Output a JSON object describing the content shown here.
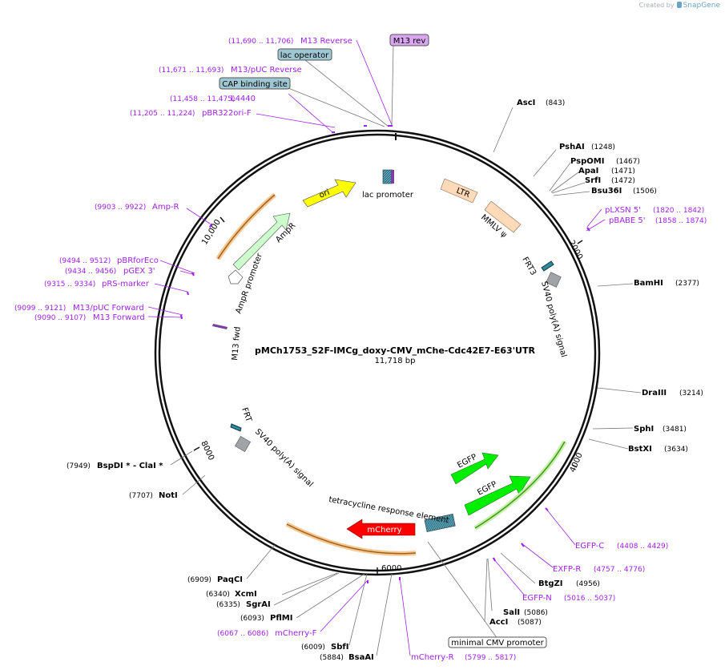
{
  "credit": {
    "created_by": "Created by",
    "brand": "SnapGene"
  },
  "plasmid": {
    "name": "pMCh1753_S2F-IMCg_doxy-CMV_mChe-Cdc42E7-E63'UTR",
    "size": "11,718 bp"
  },
  "ticks": [
    "2000",
    "4000",
    "6000",
    "8000",
    "10,000"
  ],
  "boxed_labels": [
    "M13 rev",
    "lac operator",
    "CAP binding site",
    "minimal CMV promoter"
  ],
  "right_sites": [
    {
      "name": "AscI",
      "pos": "(843)"
    },
    {
      "name": "PshAI",
      "pos": "(1248)"
    },
    {
      "name": "PspOMI",
      "pos": "(1467)"
    },
    {
      "name": "ApaI",
      "pos": "(1471)"
    },
    {
      "name": "SrfI",
      "pos": "(1472)"
    },
    {
      "name": "Bsu36I",
      "pos": "(1506)"
    },
    {
      "name": "BamHI",
      "pos": "(2377)"
    },
    {
      "name": "DraIII",
      "pos": "(3214)"
    },
    {
      "name": "SphI",
      "pos": "(3481)"
    },
    {
      "name": "BstXI",
      "pos": "(3634)"
    },
    {
      "name": "BtgZI",
      "pos": "(4956)"
    },
    {
      "name": "SalI",
      "pos": "(5086)"
    },
    {
      "name": "AccI",
      "pos": "(5087)"
    }
  ],
  "left_sites": [
    {
      "name": "BspDI * - ClaI *",
      "pos": "(7949)"
    },
    {
      "name": "NotI",
      "pos": "(7707)"
    },
    {
      "name": "PaqCI",
      "pos": "(6909)"
    },
    {
      "name": "XcmI",
      "pos": "(6340)"
    },
    {
      "name": "SgrAI",
      "pos": "(6335)"
    },
    {
      "name": "PflMI",
      "pos": "(6093)"
    },
    {
      "name": "SbfI",
      "pos": "(6009)"
    },
    {
      "name": "BsaAI",
      "pos": "(5884)"
    }
  ],
  "primers": [
    {
      "name": "M13 Reverse",
      "range": "(11,690 .. 11,706)"
    },
    {
      "name": "M13/pUC Reverse",
      "range": "(11,671 .. 11,693)"
    },
    {
      "name": "L4440",
      "range": "(11,458 .. 11,475)"
    },
    {
      "name": "pBR322ori-F",
      "range": "(11,205 .. 11,224)"
    },
    {
      "name": "Amp-R",
      "range": "(9903 .. 9922)"
    },
    {
      "name": "pBRforEco",
      "range": "(9494 .. 9512)"
    },
    {
      "name": "pGEX 3'",
      "range": "(9434 .. 9456)"
    },
    {
      "name": "pRS-marker",
      "range": "(9315 .. 9334)"
    },
    {
      "name": "M13/pUC Forward",
      "range": "(9099 .. 9121)"
    },
    {
      "name": "M13 Forward",
      "range": "(9090 .. 9107)"
    },
    {
      "name": "pLXSN 5'",
      "range": "(1820 .. 1842)"
    },
    {
      "name": "pBABE 5'",
      "range": "(1858 .. 1874)"
    },
    {
      "name": "EGFP-C",
      "range": "(4408 .. 4429)"
    },
    {
      "name": "EXFP-R",
      "range": "(4757 .. 4776)"
    },
    {
      "name": "EGFP-N",
      "range": "(5016 .. 5037)"
    },
    {
      "name": "mCherry-F",
      "range": "(6067 .. 6086)"
    },
    {
      "name": "mCherry-R",
      "range": "(5799 .. 5817)"
    }
  ],
  "features": [
    "ori",
    "lac promoter",
    "LTR",
    "MMLV ψ",
    "FRT3",
    "SV40 poly(A) signal",
    "AmpR",
    "AmpR promoter",
    "M13 fwd",
    "FRT",
    "SV40 poly(A) signal",
    "EGFP",
    "EGFP",
    "tetracycline response element",
    "mCherry"
  ],
  "colors": {
    "primer": "#a020f0",
    "site": "#000000",
    "ori": "#ffff00",
    "ampr": "#ccffcc",
    "ltr": "#ffdab9",
    "egfp": "#00ee00",
    "mcherry": "#ff0000",
    "frt": "#2e8b9a",
    "polya": "#a0a4a8",
    "lac_box": "#9fc7d3",
    "m13_box": "#d9a7f0"
  }
}
